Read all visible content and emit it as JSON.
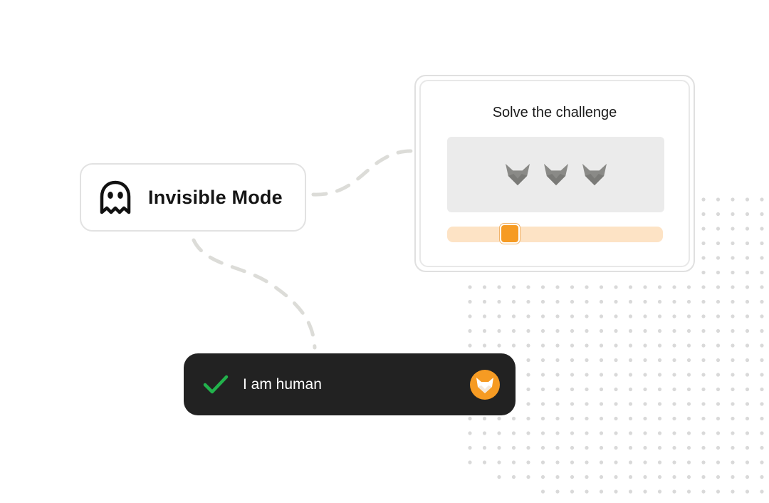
{
  "mode_card": {
    "label": "Invisible Mode",
    "icon": "ghost-icon"
  },
  "challenge": {
    "title": "Solve the challenge",
    "puzzle_icons": [
      "fox-icon",
      "fox-icon",
      "fox-icon"
    ],
    "slider_value_percent": 27,
    "icon_color": "#8a8a87"
  },
  "human_badge": {
    "label": "I am human",
    "check_icon": "checkmark-icon",
    "brand_icon": "fox-logo-icon",
    "check_color": "#22b24c"
  },
  "colors": {
    "accent_orange": "#f69b23",
    "slider_track": "#fde3c5",
    "dark_bar": "#222222",
    "dot_color": "#d9d9d9",
    "dash_color": "#dcdcd8"
  }
}
